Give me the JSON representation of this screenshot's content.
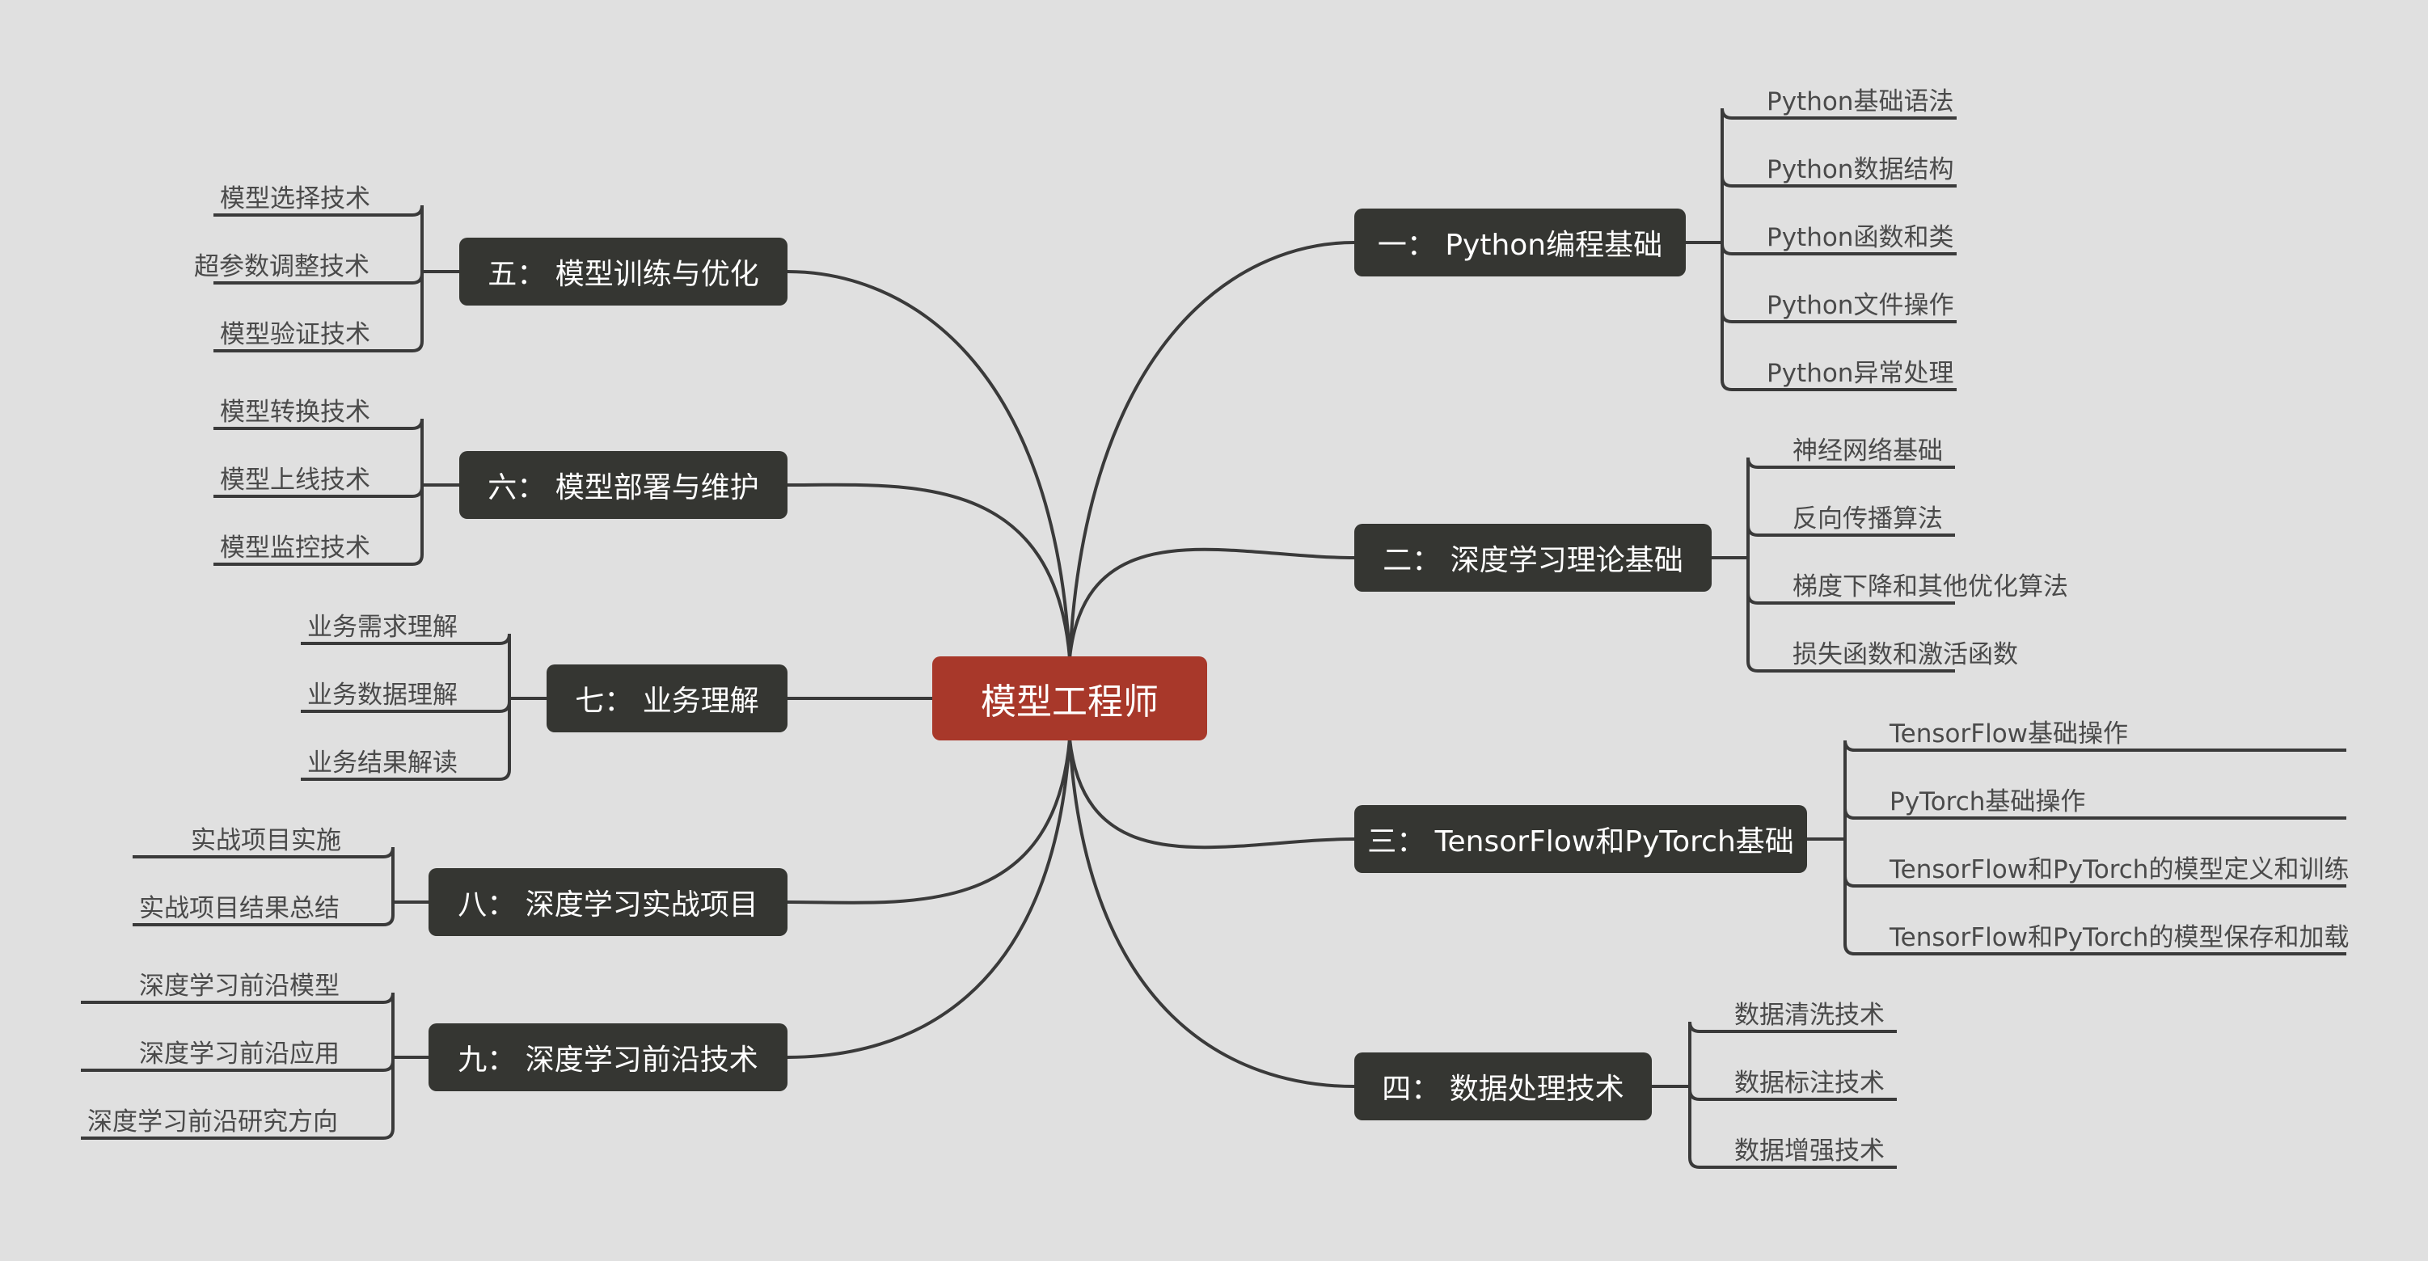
{
  "root": {
    "label": "模型工程师",
    "color": "#a8382a"
  },
  "colors": {
    "background": "#e0e0e0",
    "branch": "#353632",
    "line": "#3a3a3a",
    "leaf_text": "#4a4a4a"
  },
  "branches": [
    {
      "id": "b1",
      "label": "一： Python编程基础",
      "children": [
        "Python基础语法",
        "Python数据结构",
        "Python函数和类",
        "Python文件操作",
        "Python异常处理"
      ]
    },
    {
      "id": "b2",
      "label": "二： 深度学习理论基础",
      "children": [
        "神经网络基础",
        "反向传播算法",
        "梯度下降和其他优化算法",
        "损失函数和激活函数"
      ]
    },
    {
      "id": "b3",
      "label": "三： TensorFlow和PyTorch基础",
      "children": [
        "TensorFlow基础操作",
        "PyTorch基础操作",
        "TensorFlow和PyTorch的模型定义和训练",
        "TensorFlow和PyTorch的模型保存和加载"
      ]
    },
    {
      "id": "b4",
      "label": "四： 数据处理技术",
      "children": [
        "数据清洗技术",
        "数据标注技术",
        "数据增强技术"
      ]
    },
    {
      "id": "b5",
      "label": "五： 模型训练与优化",
      "children": [
        "模型选择技术",
        "超参数调整技术",
        "模型验证技术"
      ]
    },
    {
      "id": "b6",
      "label": "六： 模型部署与维护",
      "children": [
        "模型转换技术",
        "模型上线技术",
        "模型监控技术"
      ]
    },
    {
      "id": "b7",
      "label": "七： 业务理解",
      "children": [
        "业务需求理解",
        "业务数据理解",
        "业务结果解读"
      ]
    },
    {
      "id": "b8",
      "label": "八： 深度学习实战项目",
      "children": [
        "实战项目实施",
        "实战项目结果总结"
      ]
    },
    {
      "id": "b9",
      "label": "九： 深度学习前沿技术",
      "children": [
        "深度学习前沿模型",
        "深度学习前沿应用",
        "深度学习前沿研究方向"
      ]
    }
  ]
}
